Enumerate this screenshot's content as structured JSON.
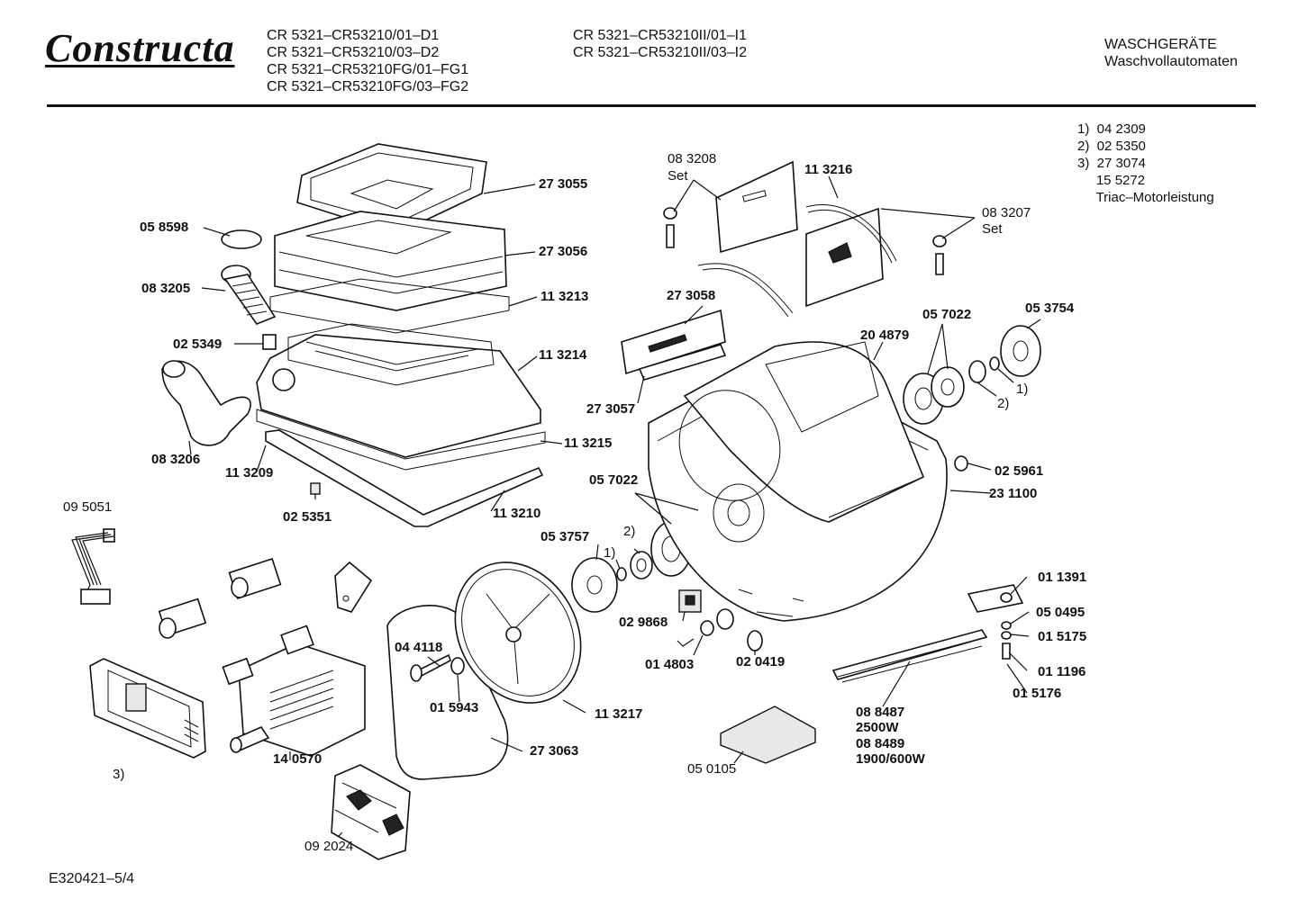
{
  "brand": "Constructa",
  "models_col1": [
    "CR 5321–CR53210/01–D1",
    "CR 5321–CR53210/03–D2",
    "CR 5321–CR53210FG/01–FG1",
    "CR 5321–CR53210FG/03–FG2"
  ],
  "models_col2": [
    "CR 5321–CR53210II/01–I1",
    "CR 5321–CR53210II/03–I2"
  ],
  "category": [
    "WASCHGERÄTE",
    "Waschvollautomaten"
  ],
  "notes": [
    "1)  04 2309",
    "2)  02 5350",
    "3)  27 3074",
    "     15 5272",
    "     Triac–Motorleistung"
  ],
  "footer_code": "E320421–5/4",
  "labels": {
    "l273055": "27 3055",
    "l058598": "05 8598",
    "l273056": "27 3056",
    "l083205": "08 3205",
    "l113213": "11 3213",
    "l025349": "02 5349",
    "l113214": "11 3214",
    "l083206": "08 3206",
    "l113209": "11 3209",
    "l113215": "11 3215",
    "l025351": "02 5351",
    "l113210": "11 3210",
    "l095051": "09 5051",
    "l083208": "08 3208",
    "set1": "Set",
    "l113216": "11 3216",
    "l083207": "08 3207",
    "set2": "Set",
    "l273058": "27 3058",
    "l273057": "27 3057",
    "l204879": "20 4879",
    "l057022a": "05 7022",
    "l053754": "05 3754",
    "ref1a": "1)",
    "ref2a": "2)",
    "l025961": "02 5961",
    "l231100": "23 1100",
    "l057022b": "05 7022",
    "ref2b": "2)",
    "l053757": "05 3757",
    "ref1b": "1)",
    "l029868": "02 9868",
    "l014803": "01 4803",
    "l020419": "02 0419",
    "l011391": "01 1391",
    "l050495": "05 0495",
    "l015175": "01 5175",
    "l011196": "01 1196",
    "l015176": "01 5176",
    "l044118": "04 4118",
    "l015943": "01 5943",
    "l113217": "11 3217",
    "l273063": "27 3063",
    "l140570": "14 0570",
    "ref3": "3)",
    "l092024": "09 2024",
    "l050105": "05 0105",
    "l088487": "08 8487",
    "w2500": "2500W",
    "l088489": "08 8489",
    "w1900": "1900/600W"
  }
}
